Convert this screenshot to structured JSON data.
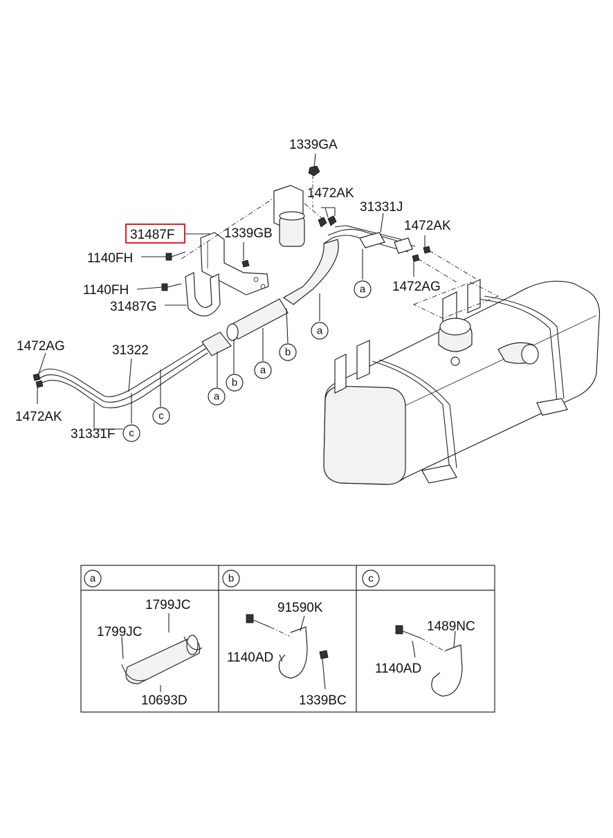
{
  "labels": {
    "p1339GA": "1339GA",
    "p1472AK_top": "1472AK",
    "p31331J": "31331J",
    "p1472AK_right": "1472AK",
    "p31487F": "31487F",
    "p1339GB": "1339GB",
    "p1140FH_1": "1140FH",
    "p1472AG_right": "1472AG",
    "p1140FH_2": "1140FH",
    "p31487G": "31487G",
    "p1472AG_left": "1472AG",
    "p31322": "31322",
    "p1472AK_left": "1472AK",
    "p31331F": "31331F"
  },
  "callouts": {
    "a": "a",
    "b": "b",
    "c": "c"
  },
  "detail_table": {
    "headers": [
      "a",
      "b",
      "c"
    ],
    "panel_a": {
      "p1": "1799JC",
      "p2": "1799JC",
      "p3": "10693D"
    },
    "panel_b": {
      "p1": "91590K",
      "p2": "1140AD",
      "p3": "1339BC"
    },
    "panel_c": {
      "p1": "1489NC",
      "p2": "1140AD"
    }
  },
  "highlight_color": "#e0201c"
}
